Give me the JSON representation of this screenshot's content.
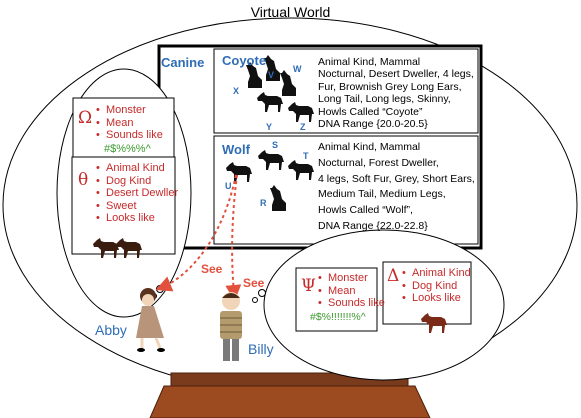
{
  "world": {
    "title": "Virtual World"
  },
  "canine": {
    "label": "Canine",
    "coyote": {
      "name": "Coyote",
      "letters": [
        "V",
        "W",
        "X",
        "Y",
        "Z"
      ],
      "description": [
        "Animal Kind, Mammal",
        "Nocturnal, Desert Dweller, 4 legs,",
        "Fur, Brownish Grey Long Ears,",
        "Long Tail, Long legs, Skinny,",
        "Howls Called “Coyote”",
        "DNA Range {20.0-20.5}"
      ]
    },
    "wolf": {
      "name": "Wolf",
      "letters": [
        "S",
        "T",
        "U",
        "R"
      ],
      "description": [
        "Animal Kind, Mammal",
        "Nocturnal, Forest Dweller,",
        "4 legs, Soft Fur, Grey, Short Ears,",
        "Medium Tail,  Medium Legs,",
        "Howls Called “Wolf”,",
        "DNA Range {22.0-22.8}"
      ]
    }
  },
  "abby": {
    "name": "Abby",
    "omega": {
      "symbol": "Ω",
      "items": [
        "Monster",
        "Mean",
        "Sounds like"
      ],
      "sound": "#$%%%^"
    },
    "theta": {
      "symbol": "θ",
      "items": [
        "Animal Kind",
        "Dog Kind",
        "Desert Dewller",
        "Sweet",
        "Looks like"
      ]
    }
  },
  "billy": {
    "name": "Billy",
    "psi": {
      "symbol": "Ψ",
      "items": [
        "Monster",
        "Mean",
        "Sounds like"
      ],
      "sound": "#$%!!!!!!!%^"
    },
    "delta": {
      "symbol": "Δ",
      "items": [
        "Animal Kind",
        "Dog Kind",
        "Looks like"
      ]
    }
  },
  "arrows": {
    "see_1": "See",
    "see_2": "See"
  },
  "colors": {
    "blue": "#2f6db5",
    "red": "#c62a2a",
    "green": "#3a9a2e",
    "arrow": "#e2503e"
  }
}
